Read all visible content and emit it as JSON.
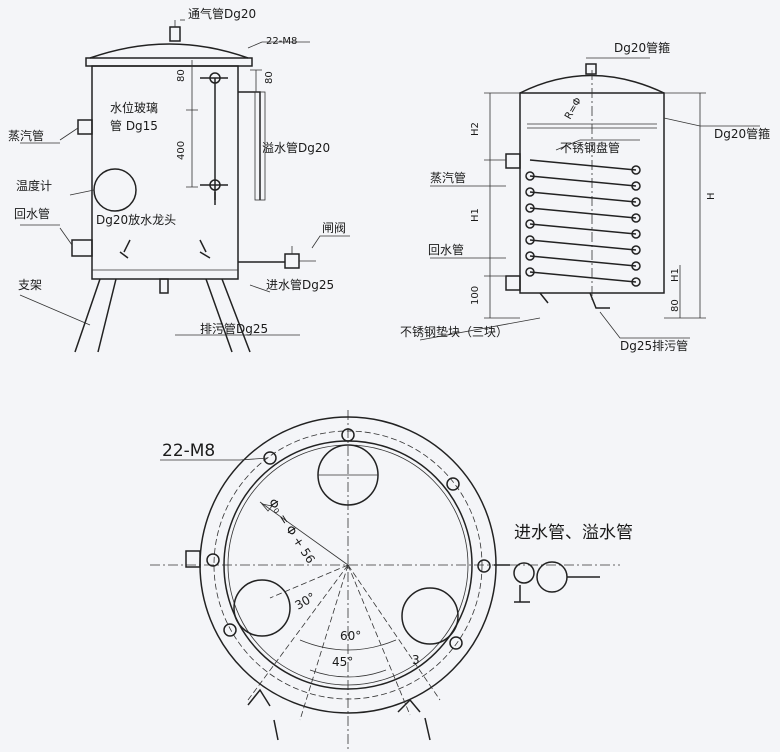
{
  "left_view": {
    "vent_pipe": "通气管Dg20",
    "bolts": "22-M8",
    "dim_80_top": "80",
    "dim_80_side": "80",
    "gauge_glass": "水位玻璃\n管 Dg15",
    "dim_400": "400",
    "steam_pipe": "蒸汽管",
    "overflow_pipe": "溢水管Dg20",
    "thermometer": "温度计",
    "return_pipe": "回水管",
    "drain_tap": "Dg20放水龙头",
    "gate_valve": "闸阀",
    "inlet_pipe": "进水管Dg25",
    "support": "支架",
    "sewage_pipe": "排污管Dg25"
  },
  "right_view": {
    "pipe_box_top": "Dg20管箍",
    "pipe_box_side": "Dg20管箍",
    "h2": "H2",
    "radius": "R=Φ",
    "coil": "不锈钢盘管",
    "steam_pipe": "蒸汽管",
    "h1": "H1",
    "h": "H",
    "return_pipe": "回水管",
    "dim_100": "100",
    "dim_h1_small": "H1",
    "dim_80": "80",
    "pads": "不锈钢垫块（三块）",
    "sewage_pipe": "Dg25排污管"
  },
  "plan_view": {
    "bolts": "22-M8",
    "diameter": "Φ₀ = Φ + 56",
    "inlet_overflow": "进水管、溢水管",
    "angle_30": "30°",
    "angle_60": "60°",
    "angle_45": "45°",
    "angle_3": "3"
  }
}
